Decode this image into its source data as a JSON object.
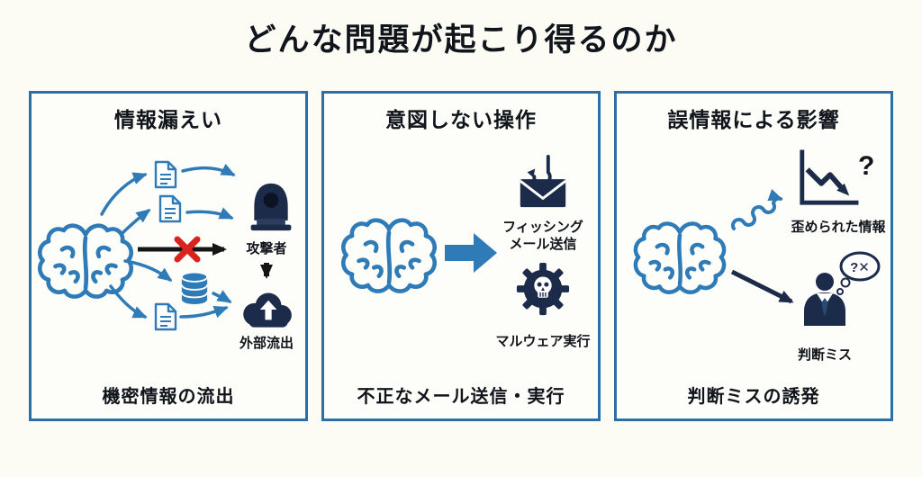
{
  "page": {
    "title": "どんな問題が起こり得るのか"
  },
  "colors": {
    "accent_blue": "#2e7bb8",
    "icon_navy": "#1c2b4a",
    "alert_red": "#d8231f",
    "panel_border": "#2a6fa8",
    "background": "#fcfbf4",
    "text": "#10151c"
  },
  "panels": [
    {
      "title": "情報漏えい",
      "caption": "機密情報の流出",
      "labels": {
        "attacker": "攻撃者",
        "outflow": "外部流出"
      },
      "icons": [
        "brain-icon",
        "document-icon",
        "database-icon",
        "hacker-icon",
        "cloud-upload-icon",
        "red-x-icon",
        "blocked-arrow"
      ]
    },
    {
      "title": "意図しない操作",
      "caption": "不正なメール送信・実行",
      "labels": {
        "phishing_line1": "フィッシング",
        "phishing_line2": "メール送信",
        "malware": "マルウェア実行"
      },
      "icons": [
        "brain-icon",
        "right-arrow-icon",
        "phishing-mail-icon",
        "malware-gear-icon"
      ]
    },
    {
      "title": "誤情報による影響",
      "caption": "判断ミスの誘発",
      "labels": {
        "distorted": "歪められた情報",
        "misjudge": "判断ミス",
        "chart_question": "?",
        "bubble": "?✕"
      },
      "icons": [
        "brain-icon",
        "wavy-arrow-icon",
        "declining-chart-icon",
        "businessman-icon",
        "thought-bubble-icon"
      ]
    }
  ]
}
